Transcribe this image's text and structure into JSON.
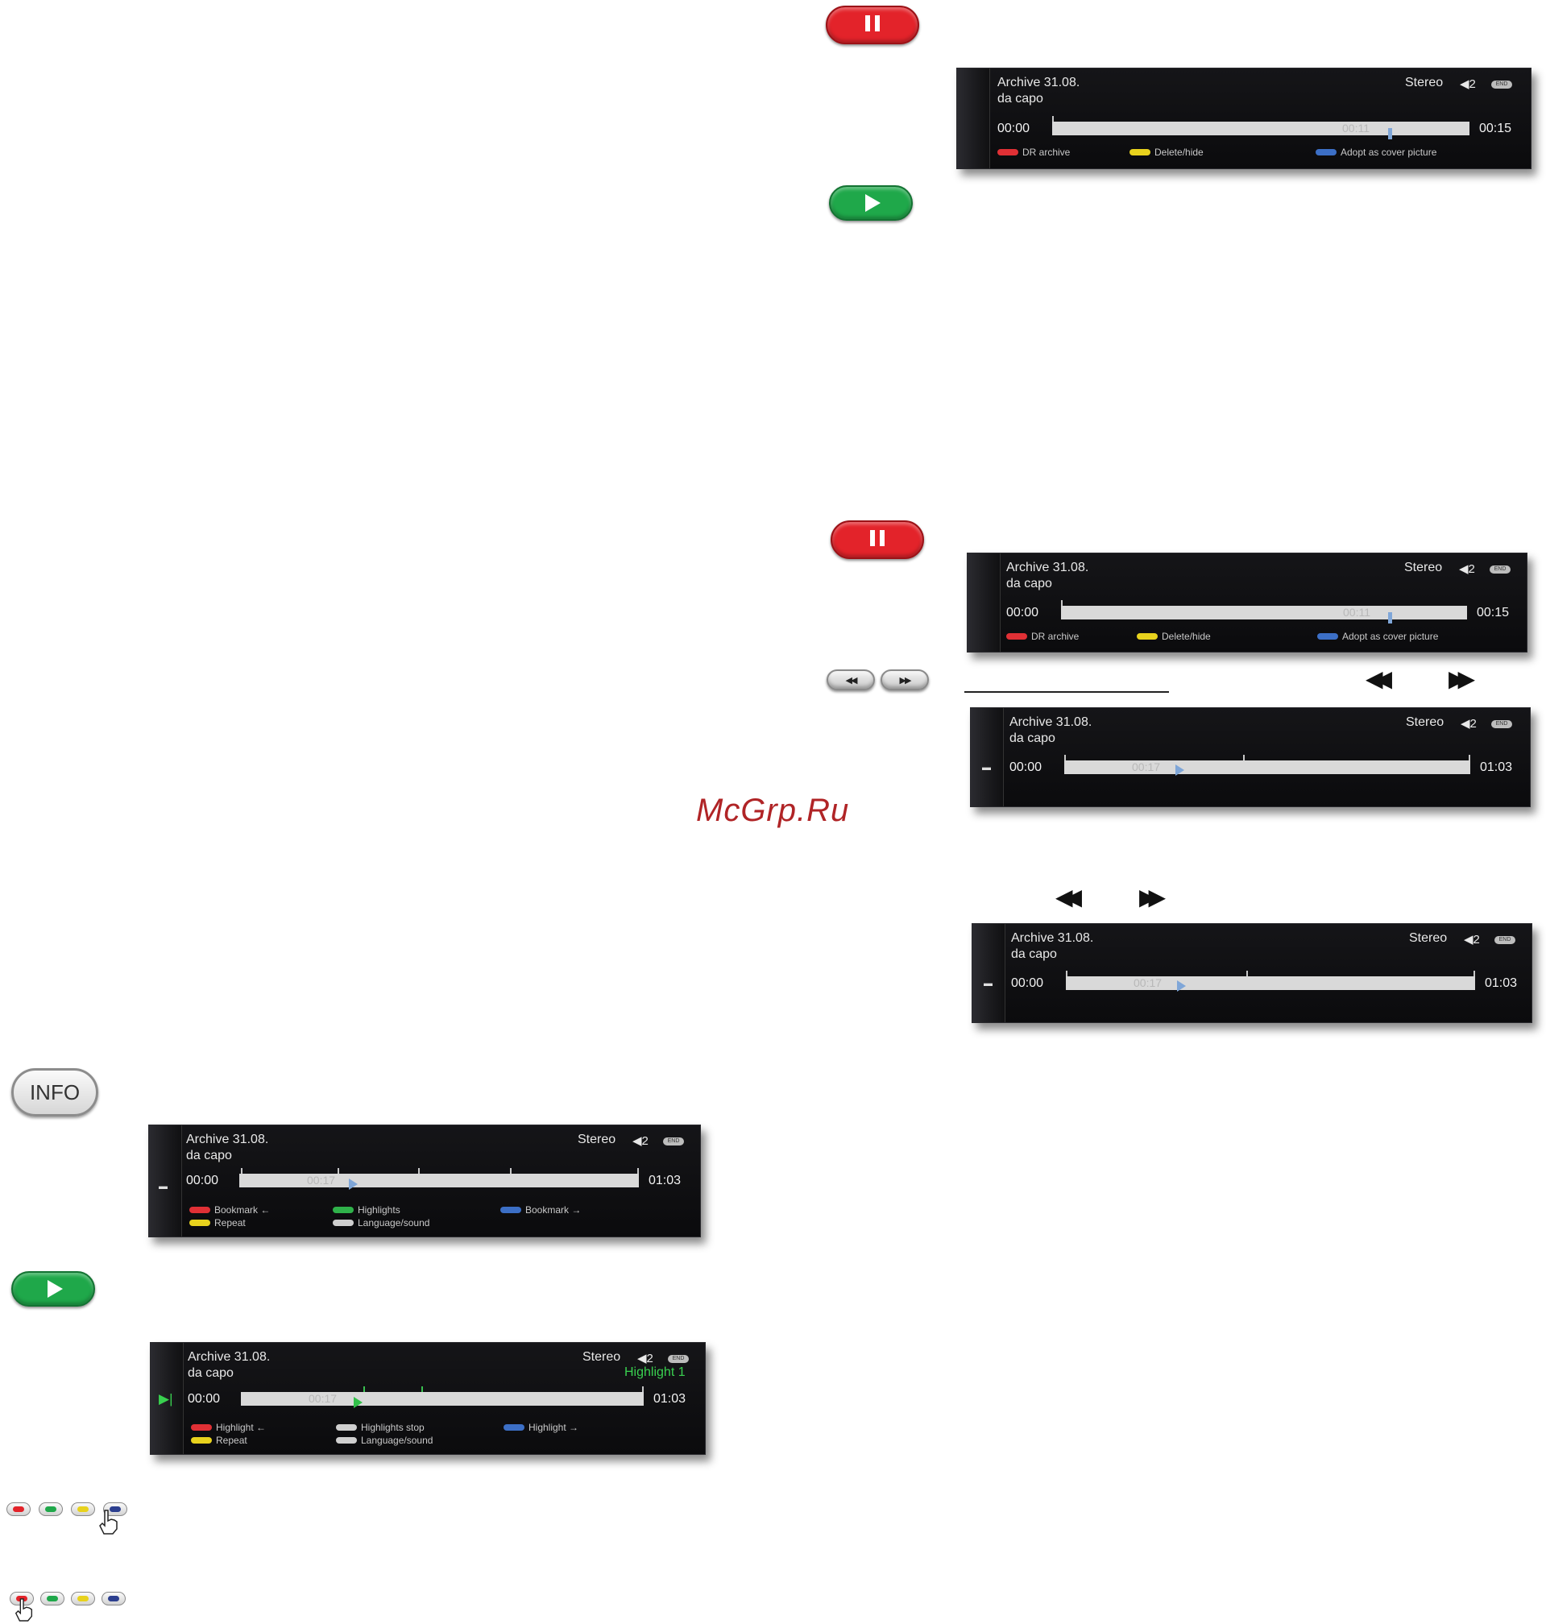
{
  "remote": {
    "pause_label": "",
    "play_label": "",
    "rewind_label": "◀◀",
    "forward_label": "▶▶",
    "info_label": "INFO"
  },
  "seek_symbols": {
    "rewind": "◀◀",
    "forward": "▶▶"
  },
  "watermark": "McGrp.Ru",
  "panels": {
    "p1": {
      "title": "Archive 31.08.",
      "subtitle": "da capo",
      "audio": "Stereo",
      "speaker": "◀2",
      "end_badge": "END",
      "time_start": "00:00",
      "time_end": "00:15",
      "current": "00:11",
      "progress": 0.73,
      "legend": [
        {
          "color": "red",
          "label": "DR archive"
        },
        {
          "color": "yellow",
          "label": "Delete/hide"
        },
        {
          "color": "blue",
          "label": "Adopt as cover picture"
        }
      ]
    },
    "p2": {
      "title": "Archive 31.08.",
      "subtitle": "da capo",
      "audio": "Stereo",
      "speaker": "◀2",
      "end_badge": "END",
      "time_start": "00:00",
      "time_end": "00:15",
      "current": "00:11",
      "progress": 0.73,
      "legend": [
        {
          "color": "red",
          "label": "DR archive"
        },
        {
          "color": "yellow",
          "label": "Delete/hide"
        },
        {
          "color": "blue",
          "label": "Adopt as cover picture"
        }
      ]
    },
    "p3": {
      "title": "Archive 31.08.",
      "subtitle": "da capo",
      "audio": "Stereo",
      "speaker": "◀2",
      "end_badge": "END",
      "time_start": "00:00",
      "time_end": "01:03",
      "current": "00:17",
      "progress": 0.27
    },
    "p4": {
      "title": "Archive 31.08.",
      "subtitle": "da capo",
      "audio": "Stereo",
      "speaker": "◀2",
      "end_badge": "END",
      "time_start": "00:00",
      "time_end": "01:03",
      "current": "00:17",
      "progress": 0.27
    },
    "p5": {
      "title": "Archive 31.08.",
      "subtitle": "da capo",
      "audio": "Stereo",
      "speaker": "◀2",
      "end_badge": "END",
      "time_start": "00:00",
      "time_end": "01:03",
      "current": "00:17",
      "progress": 0.27,
      "legend": [
        {
          "color": "red",
          "label": "Bookmark ←"
        },
        {
          "color": "green",
          "label": "Highlights"
        },
        {
          "color": "blue",
          "label": "Bookmark →"
        },
        {
          "color": "yellow",
          "label": "Repeat"
        },
        {
          "color": "grey",
          "label": "Language/sound"
        }
      ]
    },
    "p6": {
      "title": "Archive 31.08.",
      "subtitle": "da capo",
      "audio": "Stereo",
      "speaker": "◀2",
      "end_badge": "END",
      "highlight": "Highlight 1",
      "time_start": "00:00",
      "time_end": "01:03",
      "current": "00:17",
      "progress": 0.27,
      "legend": [
        {
          "color": "red",
          "label": "Highlight ←"
        },
        {
          "color": "grey",
          "label": "Highlights stop"
        },
        {
          "color": "blue",
          "label": "Highlight →"
        },
        {
          "color": "yellow",
          "label": "Repeat"
        },
        {
          "color": "grey",
          "label": "Language/sound"
        }
      ]
    }
  },
  "colors": {
    "red": "#e3232a",
    "green": "#1fa84a",
    "yellow": "#e8d21d",
    "blue": "#3c6fc6"
  },
  "icons": [
    "pause-icon",
    "play-icon",
    "rewind-icon",
    "fast-forward-icon",
    "hand-cursor-icon",
    "speaker-icon",
    "clapper-icon",
    "highlight-play-icon"
  ]
}
